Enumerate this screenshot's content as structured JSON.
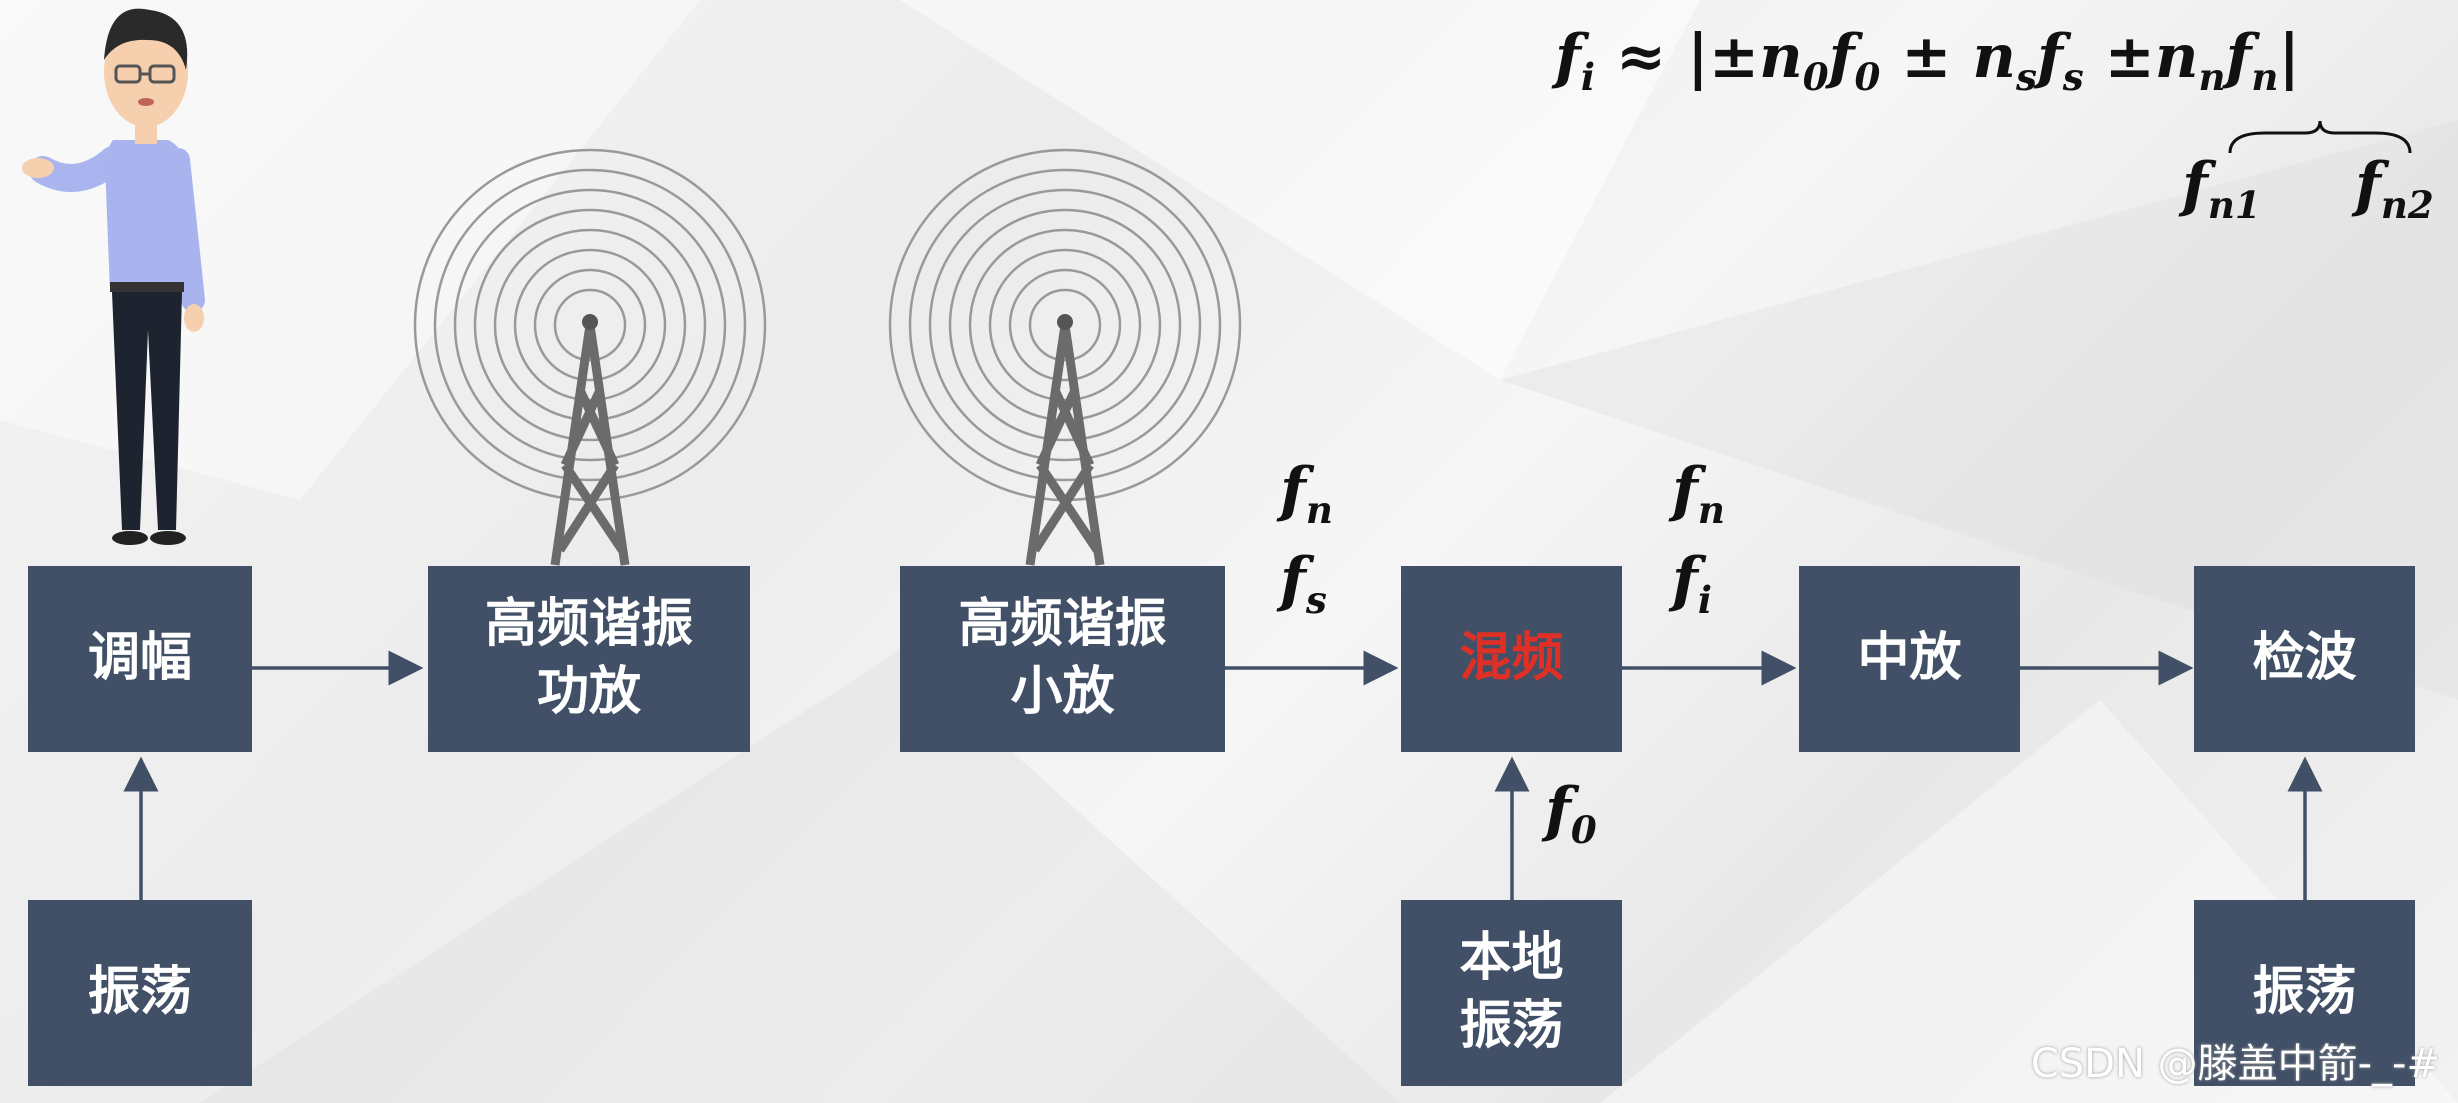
{
  "formula": {
    "main": "f_i ≈ |±n_0 f_0 ± n_s f_s ± n_n f_n|",
    "main_parts": {
      "lhs": "f",
      "lhs_sub": "i",
      "approx": "≈",
      "bar_open": "|±",
      "n0": "n",
      "n0_sub": "0",
      "f0": "f",
      "f0_sub": "0",
      "pm1": "±",
      "ns": "n",
      "ns_sub": "s",
      "fs": "f",
      "fs_sub": "s",
      "pm2": "±",
      "nn": "n",
      "nn_sub": "n",
      "fn": "f",
      "fn_sub": "n",
      "bar_close": "|"
    },
    "fn1": {
      "base": "f",
      "sub": "n1"
    },
    "fn2": {
      "base": "f",
      "sub": "n2"
    }
  },
  "blocks": {
    "modulation": "调幅",
    "oscillator_left": "振荡",
    "rf_power_amp": [
      "高频谐振",
      "功放"
    ],
    "rf_small_amp": [
      "高频谐振",
      "小放"
    ],
    "mixer": "混频",
    "local_oscillator": [
      "本地",
      "振荡"
    ],
    "if_amp": "中放",
    "detector": "检波",
    "oscillator_right": "振荡"
  },
  "signal_labels": {
    "mixer_in_1": {
      "base": "f",
      "sub": "n"
    },
    "mixer_in_2": {
      "base": "f",
      "sub": "s"
    },
    "mixer_out_1": {
      "base": "f",
      "sub": "n"
    },
    "mixer_out_2": {
      "base": "f",
      "sub": "i"
    },
    "lo": {
      "base": "f",
      "sub": "0"
    }
  },
  "watermark": "CSDN @滕盖中箭-_-#",
  "colors": {
    "block": "#415066",
    "highlight": "#e03026",
    "arrow": "#415066"
  }
}
